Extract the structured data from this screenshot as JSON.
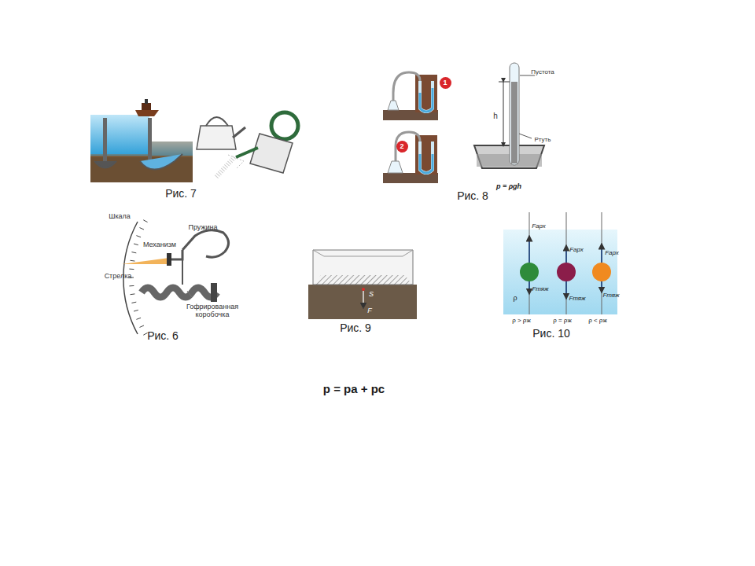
{
  "diagram": {
    "nodes": [
      {
        "text": [
          "1"
        ]
      },
      {
        "text": [
          "2"
        ]
      }
    ],
    "labels": [
      "Рис. 7",
      "Рис. 8",
      "Пустота",
      "h",
      "Ртуть",
      "p = ρgh",
      "Шкала",
      "Пружина",
      "Механизм",
      "Стрелка",
      "Гофрированная коробочка",
      "Рис. 6",
      "S",
      "F",
      "Рис. 9",
      "Fарх",
      "Fарх",
      "Fарх",
      "ρ",
      "Fтяж",
      "Fтяж",
      "Fтяж",
      "ρ > ρж",
      "ρ = ρж",
      "ρ < ρж",
      "Рис. 10",
      "p = pa + pc"
    ]
  }
}
